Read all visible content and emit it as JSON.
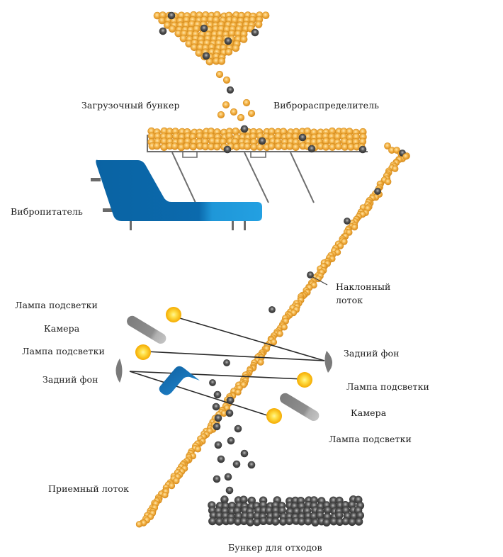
{
  "diagram": {
    "labels": {
      "loading_hopper": "Загрузочный бункер",
      "vibro_distributor": "Виброраспределитель",
      "vibro_feeder": "Вибропитатель",
      "inclined_chute_line1": "Наклонный",
      "inclined_chute_line2": "лоток",
      "lamp_left_top": "Лампа подсветки",
      "camera_left": "Камера",
      "lamp_left_mid": "Лампа подсветки",
      "background_left": "Задний фон",
      "background_right": "Задний фон",
      "lamp_right_mid": "Лампа подсветки",
      "camera_right": "Камера",
      "lamp_right_bottom": "Лампа подсветки",
      "accept_chute": "Приемный лоток",
      "reject_bin": "Бункер для отходов"
    },
    "colors": {
      "good_grain": "#f2a93b",
      "good_grain_highlight": "#fde7b0",
      "reject_grain": "#4a4a4a",
      "feeder_dark": "#0a68a8",
      "feeder_light": "#1e9bdc",
      "lamp": "#f7b500",
      "lamp_core": "#fff07a",
      "camera": "#8a8a8a",
      "backdrop": "#7a7a7a",
      "frame": "#6d6d6d",
      "beam": "#2a2a2a",
      "ejector": "#1a72b6"
    }
  }
}
